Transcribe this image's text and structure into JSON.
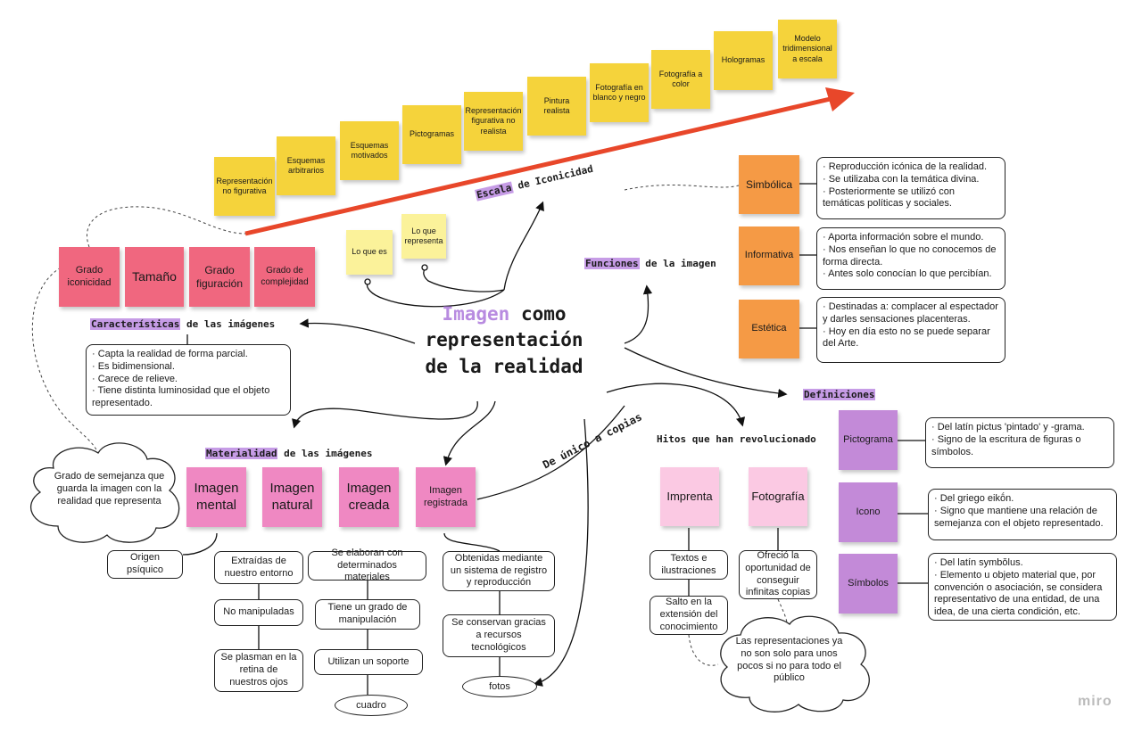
{
  "title": {
    "accent": "Imagen",
    "rest1": "como",
    "line2": "representación",
    "line3": "de la realidad"
  },
  "scale": {
    "label_hl": "Escala",
    "label_rest": "de Iconicidad",
    "steps": [
      "Representación no figurativa",
      "Esquemas arbitrarios",
      "Esquemas motivados",
      "Pictogramas",
      "Representación figurativa no realista",
      "Pintura realista",
      "Fotografía en blanco y negro",
      "Fotografía a color",
      "Hologramas",
      "Modelo tridimensional a escala"
    ],
    "what_is": "Lo que es",
    "what_represents": "Lo que representa"
  },
  "features": {
    "label_hl": "Características",
    "label_rest": "de las imágenes",
    "notes": [
      "Grado iconicidad",
      "Tamaño",
      "Grado figuración",
      "Grado de complejidad"
    ],
    "box": "· Capta la realidad de forma parcial.\n· Es bidimensional.\n· Carece de relieve.\n· Tiene distinta luminosidad que el objeto representado.",
    "cloud": "Grado de semejanza que guarda la imagen con la realidad que representa"
  },
  "functions": {
    "label_hl": "Funciones",
    "label_rest": "de la imagen",
    "items": [
      {
        "name": "Simbólica",
        "text": "· Reproducción icónica de la realidad.\n· Se utilizaba con la temática divina.\n· Posteriormente se utilizó con temáticas políticas y sociales."
      },
      {
        "name": "Informativa",
        "text": "· Aporta información sobre el mundo.\n· Nos enseñan lo que no conocemos de forma directa.\n· Antes solo conocían lo que percibían."
      },
      {
        "name": "Estética",
        "text": "· Destinadas a: complacer al espectador y darles sensaciones placenteras.\n· Hoy en día esto no se puede separar del Arte."
      }
    ]
  },
  "materiality": {
    "label_hl": "Materialidad",
    "label_rest": "de las imágenes",
    "notes": [
      "Imagen mental",
      "Imagen natural",
      "Imagen creada",
      "Imagen registrada"
    ],
    "mental": [
      "Origen psíquico"
    ],
    "natural": [
      "Extraídas de nuestro entorno",
      "No manipuladas",
      "Se plasman en la retina de nuestros ojos"
    ],
    "creada": [
      "Se elaboran con determinados materiales",
      "Tiene un grado de manipulación",
      "Utilizan un soporte",
      "cuadro"
    ],
    "registrada": [
      "Obtenidas mediante un sistema de registro y reproducción",
      "Se conservan gracias a recursos tecnológicos",
      "fotos"
    ]
  },
  "copies_label": "De único a copias",
  "milestones": {
    "label": "Hitos que han revolucionado",
    "items": [
      "Imprenta",
      "Fotografía"
    ],
    "imprenta": [
      "Textos e ilustraciones",
      "Salto en la extensión del conocimiento"
    ],
    "fotografia": [
      "Ofreció la oportunidad de conseguir infinitas copias"
    ],
    "cloud": "Las representaciones ya no son solo para unos pocos si no para todo el público"
  },
  "definitions": {
    "label": "Definiciones",
    "items": [
      {
        "name": "Pictograma",
        "text": "· Del latín pictus 'pintado' y -grama.\n· Signo de la escritura de figuras o símbolos."
      },
      {
        "name": "Icono",
        "text": "· Del griego eikṓn.\n· Signo que mantiene una relación de semejanza con el objeto representado."
      },
      {
        "name": "Símbolos",
        "text": "· Del latín symbŏlus.\n· Elemento u objeto material que, por convención o asociación, se considera representativo de una entidad, de una idea, de una cierta condición, etc."
      }
    ]
  },
  "watermark": "miro",
  "colors": {
    "arrow": "#e8472a",
    "yellow": "#f5d33b",
    "pink": "#f0677f",
    "magenta": "#ef88c2",
    "orange": "#f59a45",
    "purple": "#c38ad8",
    "highlight": "#c69ce6"
  }
}
